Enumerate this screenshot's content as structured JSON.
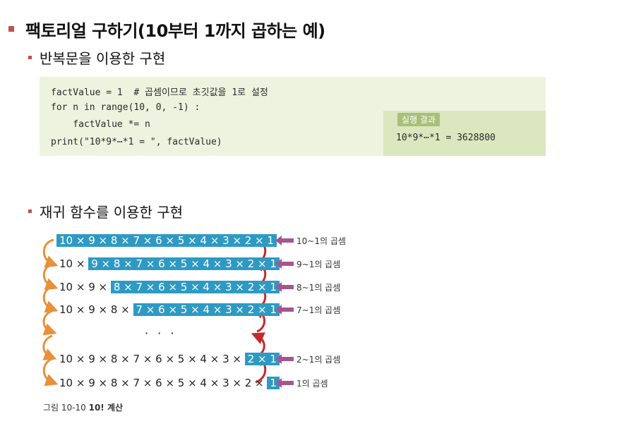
{
  "title": "팩토리얼 구하기(10부터 1까지 곱하는 예)",
  "section1": "반복문을 이용한 구현",
  "code_lines": [
    "factValue = 1  # 곱셈이므로 초깃값을 1로 설정",
    "for n in range(10, 0, -1) :",
    "    factValue *= n",
    "print(\"10*9*⋯*1 = \", factValue)"
  ],
  "result": {
    "label": "실행 결과",
    "output": "10*9*⋯*1 = 3628800"
  },
  "section2": "재귀 함수를 이용한 구현",
  "rows": [
    {
      "plain": "",
      "highlight": "10 × 9 × 8 × 7 × 6 × 5 × 4 × 3 × 2 × 1",
      "pointer": "10~1의 곱셈"
    },
    {
      "plain": "10 × ",
      "highlight": "9 × 8 × 7 × 6 × 5 × 4 × 3 × 2 × 1",
      "pointer": "9~1의 곱셈"
    },
    {
      "plain": "10 × 9 × ",
      "highlight": "8 × 7 × 6 × 5 × 4 × 3 × 2 × 1",
      "pointer": "8~1의 곱셈"
    },
    {
      "plain": "10 × 9 × 8 × ",
      "highlight": "7 × 6 × 5 × 4 × 3 × 2 × 1",
      "pointer": "7~1의 곱셈"
    },
    {
      "plain": "10 × 9 × 8 × 7 × 6 × 5 × 4 × 3 × ",
      "highlight": "2 × 1",
      "pointer": "2~1의 곱셈"
    },
    {
      "plain": "10 × 9 × 8 × 7 × 6 × 5 × 4 × 3 × 2 × ",
      "highlight": "1",
      "pointer": "1의 곱셈"
    }
  ],
  "ellipsis": "· · ·",
  "caption_prefix": "그림 10-10 ",
  "caption_bold": "10! 계산",
  "colors": {
    "highlight": "#2e9ac4",
    "pointer_arrow": "#a7558e",
    "curve_orange": "#e8913a",
    "curve_red": "#c7282b",
    "bullet": "#c0504d",
    "code_bg": "#eef3df",
    "result_bg": "#dbe7bf"
  }
}
